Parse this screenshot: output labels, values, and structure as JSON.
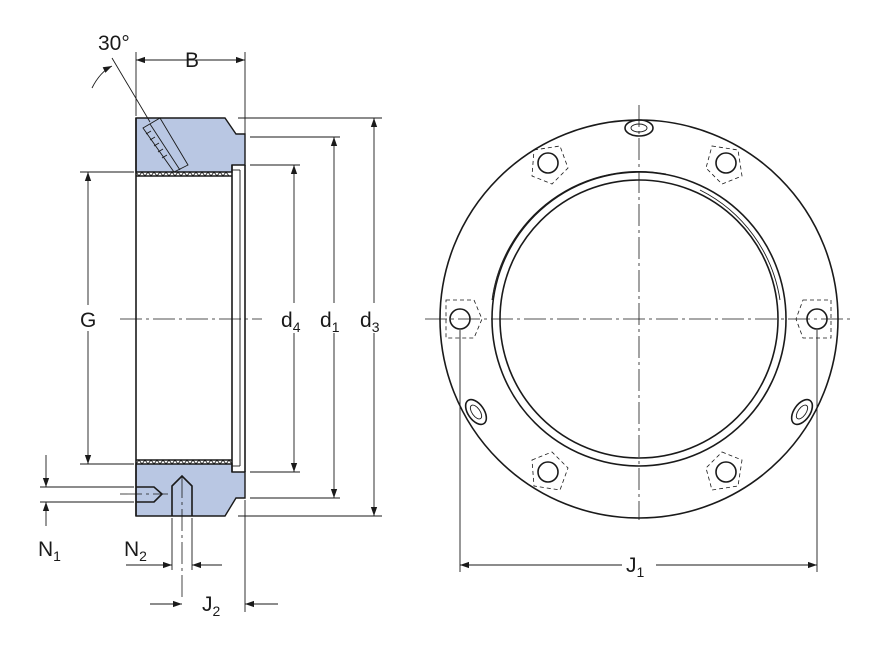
{
  "labels": {
    "angle": "30°",
    "B": "B",
    "G": "G",
    "d4": {
      "main": "d",
      "sub": "4"
    },
    "d1": {
      "main": "d",
      "sub": "1"
    },
    "d3": {
      "main": "d",
      "sub": "3"
    },
    "N1": {
      "main": "N",
      "sub": "1"
    },
    "N2": {
      "main": "N",
      "sub": "2"
    },
    "J2": {
      "main": "J",
      "sub": "2"
    },
    "J1": {
      "main": "J",
      "sub": "1"
    }
  },
  "colors": {
    "section_fill": "#b9c7e3",
    "line": "#1a1a1a"
  }
}
